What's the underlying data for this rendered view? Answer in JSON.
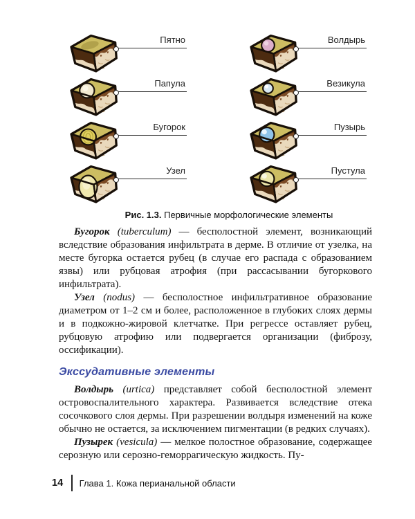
{
  "figure": {
    "caption": {
      "label": "Рис. 1.3.",
      "text": "Первичные морфологические элементы"
    },
    "columns": [
      {
        "items": [
          {
            "label": "Пятно",
            "feature": "spot"
          },
          {
            "label": "Папула",
            "feature": "papule"
          },
          {
            "label": "Бугорок",
            "feature": "tubercle"
          },
          {
            "label": "Узел",
            "feature": "node"
          }
        ]
      },
      {
        "items": [
          {
            "label": "Волдырь",
            "feature": "wheal"
          },
          {
            "label": "Везикула",
            "feature": "vesicle"
          },
          {
            "label": "Пузырь",
            "feature": "bulla"
          },
          {
            "label": "Пустула",
            "feature": "pustule"
          }
        ]
      }
    ],
    "colors": {
      "skin_top": "#cdbd62",
      "skin_top_shade": "#ab9c48",
      "dermis_dark": "#4c2b10",
      "dermis_mid": "#7a4a24",
      "subcutis": "#ead9bc",
      "squiggle": "#c3a377",
      "outline": "#170f08",
      "spot": "#b1a14b",
      "papule": "#f2e9d0",
      "tubercle": "#e0cf5e",
      "tubercle_ring": "#b7a83e",
      "node": "#efe7ad",
      "wheal": "#dcaecb",
      "vesicle": "#d9e9f4",
      "bulla": "#8fc3e8",
      "pustule": "#ece5a9"
    }
  },
  "body": {
    "paragraphs": [
      {
        "lead": "Бугорок",
        "term": " (tuberculum)",
        "rest": " — бесполостной элемент, возникающий вследствие образования инфильтрата в дерме. В отличие от узелка, на месте бугорка остается рубец (в случае его распада с образованием язвы) или рубцовая атрофия (при рассасывании бугоркового инфильтрата)."
      },
      {
        "lead": "Узел",
        "term": " (nodus)",
        "rest": " — бесполостное инфильтративное образование диаметром от 1–2 см и более, расположенное в глубоких слоях дермы и в подкожно-жировой клетчатке. При регрессе оставляет рубец, рубцовую атрофию или подвергается организации (фиброзу, оссификации)."
      },
      {
        "lead": "Волдырь",
        "term": " (urtica)",
        "rest": " представляет собой бесполостной элемент островоспалительного характера. Развивается вследствие отека сосочкового слоя дермы. При разрешении волдыря изменений на коже обычно не остается, за исключением пигментации (в редких случаях)."
      },
      {
        "lead": "Пузырек",
        "term": " (vesicula)",
        "rest": " — мелкое полостное образование, содержащее серозную или серозно-геморрагическую жидкость. Пу-"
      }
    ],
    "heading": "Экссудативные элементы",
    "heading_color": "#3a4aa3"
  },
  "footer": {
    "page_number": "14",
    "chapter": "Глава 1. Кожа перианальной области"
  }
}
